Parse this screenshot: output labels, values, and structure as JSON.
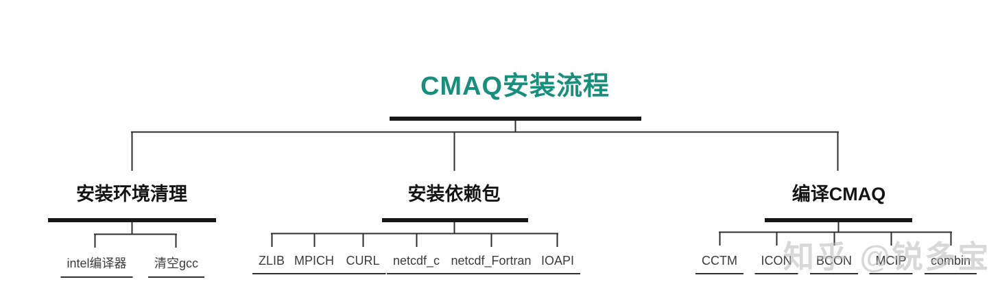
{
  "title": {
    "text": "CMAQ安装流程"
  },
  "colors": {
    "title_accent": "#178f7a",
    "line": "#2e2e2e",
    "bar": "#171717",
    "child_text": "#3b3b3b",
    "watermark": "#b9b9b9"
  },
  "branches": [
    {
      "label": "安装环境清理",
      "children": [
        "intel编译器",
        "清空gcc"
      ]
    },
    {
      "label": "安装依赖包",
      "children": [
        "ZLIB",
        "MPICH",
        "CURL",
        "netcdf_c",
        "netcdf_Fortran",
        "IOAPI"
      ]
    },
    {
      "label": "编译CMAQ",
      "children": [
        "CCTM",
        "ICON",
        "BCON",
        "MCIP",
        "combin"
      ]
    }
  ],
  "watermark": {
    "text": "知乎 @锐多宝"
  }
}
